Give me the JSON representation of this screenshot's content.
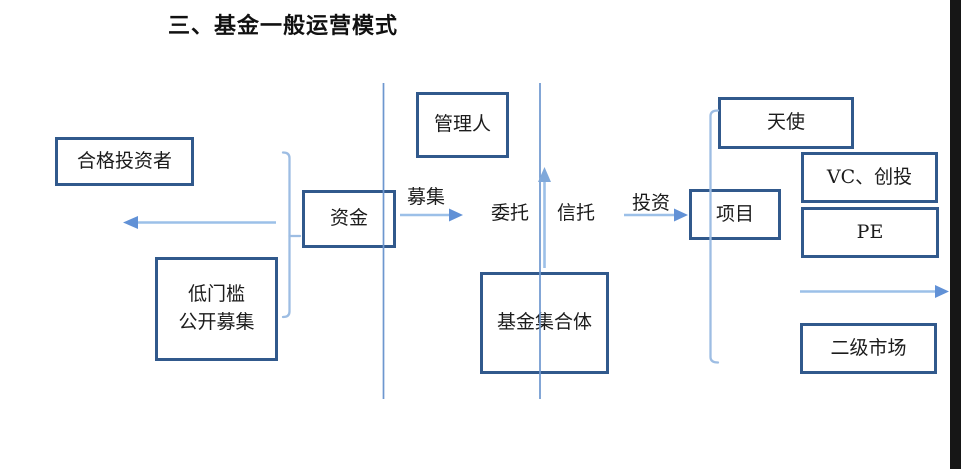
{
  "title": "三、基金一般运营模式",
  "diagram": {
    "nodes": {
      "qualified_investors": "合格投资者",
      "low_threshold_line1": "低门槛",
      "low_threshold_line2": "公开募集",
      "funds": "资金",
      "manager": "管理人",
      "fund_collective": "基金集合体",
      "project": "项目",
      "angel": "天使",
      "vc": "VC、创投",
      "pe": "PE",
      "secondary_market": "二级市场"
    },
    "edge_labels": {
      "raise": "募集",
      "entrust": "委托",
      "trust": "信托",
      "invest": "投资"
    },
    "colors": {
      "box_border": "#31598c",
      "divider_line": "#6d97cf",
      "arrow_shaft": "#9cc0e8",
      "arrow_head": "#6191d6",
      "bracket": "#9dbde3",
      "text": "#1c1c1c",
      "right_edge_strip": "#161616"
    }
  }
}
